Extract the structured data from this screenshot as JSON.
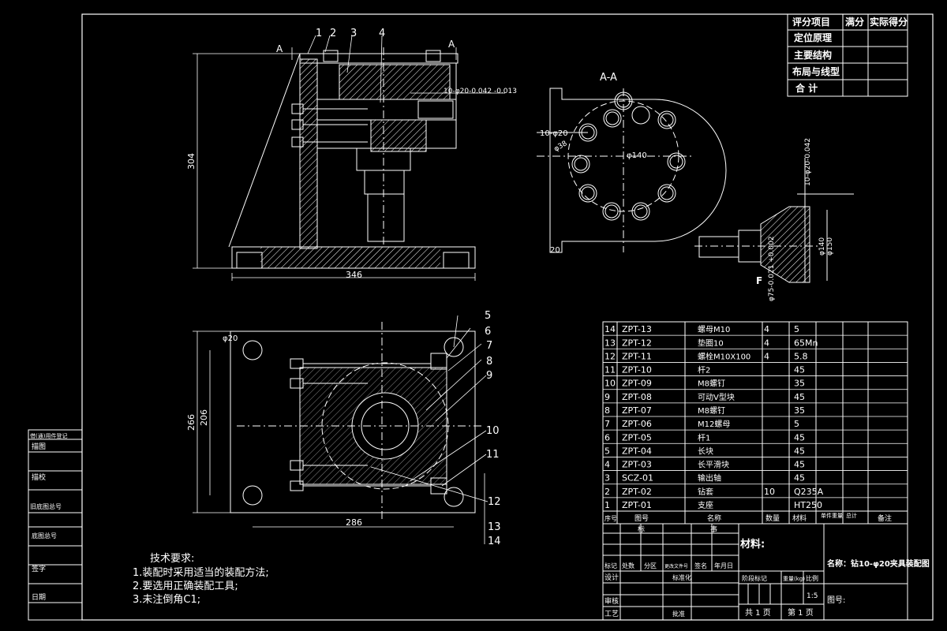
{
  "score_table": {
    "headers": [
      "评分项目",
      "满分",
      "实际得分"
    ],
    "rows": [
      "定位原理",
      "主要结构",
      "布局与线型",
      "合  计"
    ]
  },
  "front_view": {
    "section_marks": [
      "A",
      "A"
    ],
    "part_callouts": [
      "1",
      "2",
      "3",
      "4"
    ],
    "dims": {
      "height": "304",
      "width": "346",
      "hole": "10-φ20-0.042 -0.013"
    }
  },
  "section_view": {
    "title": "A-A",
    "dims": {
      "hole": "10-φ20",
      "pitch_circle": "φ140",
      "small": "φ38",
      "offset": "20"
    }
  },
  "part_view": {
    "dims": {
      "top": "10-φ20-0.042",
      "d1": "φ140",
      "d2": "φ150",
      "shaft": "φ75-0.021 +0.002",
      "label_f": "F"
    }
  },
  "plan_view": {
    "dims": {
      "hole": "φ20",
      "h1": "266",
      "h2": "206",
      "w": "286"
    },
    "part_callouts": [
      "5",
      "6",
      "7",
      "8",
      "9",
      "10",
      "11",
      "12",
      "13",
      "14"
    ]
  },
  "bom": {
    "rows": [
      {
        "no": "14",
        "code": "ZPT-13",
        "name": "螺母M10",
        "qty": "4",
        "material": "5"
      },
      {
        "no": "13",
        "code": "ZPT-12",
        "name": "垫圈10",
        "qty": "4",
        "material": "65Mn"
      },
      {
        "no": "12",
        "code": "ZPT-11",
        "name": "螺栓M10X100",
        "qty": "4",
        "material": "5.8"
      },
      {
        "no": "11",
        "code": "ZPT-10",
        "name": "杆2",
        "qty": "",
        "material": "45"
      },
      {
        "no": "10",
        "code": "ZPT-09",
        "name": "M8螺钉",
        "qty": "",
        "material": "35"
      },
      {
        "no": "9",
        "code": "ZPT-08",
        "name": "可动V型块",
        "qty": "",
        "material": "45"
      },
      {
        "no": "8",
        "code": "ZPT-07",
        "name": "M8螺钉",
        "qty": "",
        "material": "35"
      },
      {
        "no": "7",
        "code": "ZPT-06",
        "name": "M12螺母",
        "qty": "",
        "material": "5"
      },
      {
        "no": "6",
        "code": "ZPT-05",
        "name": "杆1",
        "qty": "",
        "material": "45"
      },
      {
        "no": "5",
        "code": "ZPT-04",
        "name": "长块",
        "qty": "",
        "material": "45"
      },
      {
        "no": "4",
        "code": "ZPT-03",
        "name": "长平滑块",
        "qty": "",
        "material": "45"
      },
      {
        "no": "3",
        "code": "SCZ-01",
        "name": "输出轴",
        "qty": "",
        "material": "45"
      },
      {
        "no": "2",
        "code": "ZPT-02",
        "name": "钻套",
        "qty": "10",
        "material": "Q235A"
      },
      {
        "no": "1",
        "code": "ZPT-01",
        "name": "支座",
        "qty": "",
        "material": "HT250"
      }
    ],
    "header": [
      "序号",
      "图号",
      "名称",
      "数量",
      "材料",
      "单件重量",
      "总计",
      "备注"
    ]
  },
  "title_block": {
    "material_label": "材料:",
    "drawing_name": "名称：钻10-φ20夹具装配图",
    "scale": "1:5",
    "sheet": "共 1 页",
    "page": "第 1 页",
    "drawing_no_label": "图号:",
    "row_labels": [
      "标记",
      "处数",
      "分区",
      "更改文件号",
      "签名",
      "年月日"
    ],
    "sign_labels": [
      "设计",
      "审核",
      "工艺"
    ],
    "extra_labels": [
      "标准化",
      "批准",
      "阶段标记",
      "重量(kg)",
      "比例"
    ],
    "header_left": "标",
    "header_mid": "事"
  },
  "left_strip": {
    "labels": [
      "借(通)用件登记",
      "描图",
      "描校",
      "旧底图总号",
      "底图总号",
      "签字",
      "日期"
    ]
  },
  "notes": {
    "title": "技术要求:",
    "items": [
      "1.装配时采用适当的装配方法;",
      "2.要选用正确装配工具;",
      "3.未注倒角C1;"
    ]
  }
}
